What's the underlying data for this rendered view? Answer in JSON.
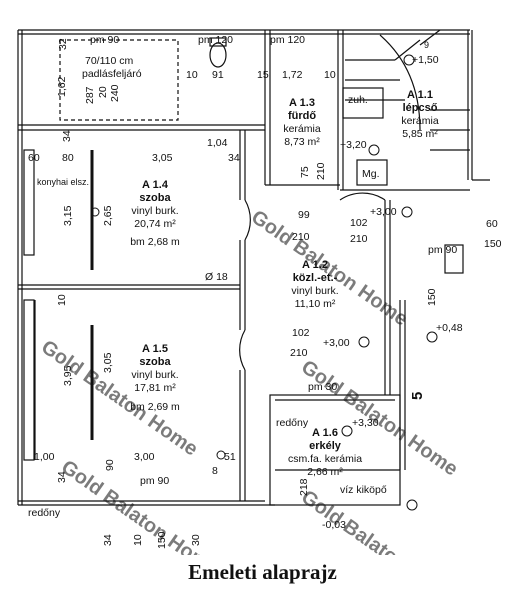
{
  "caption": "Emeleti alaprajz",
  "watermark": "Gold Balaton Home",
  "rooms": {
    "a13": {
      "code": "A 1.3",
      "name": "fürdő",
      "floor": "kerámia",
      "area": "8,73 m²"
    },
    "a11": {
      "code": "A 1.1",
      "name": "lépcső",
      "floor": "kerámia",
      "area": "5,85 m²"
    },
    "a14": {
      "code": "A 1.4",
      "name": "szoba",
      "floor": "vinyl burk.",
      "area": "20,74 m²",
      "height": "bm 2,68 m"
    },
    "a12": {
      "code": "A 1.2",
      "name": "közl.-et.-",
      "floor": "vinyl burk.",
      "area": "11,10 m²"
    },
    "a15": {
      "code": "A 1.5",
      "name": "szoba",
      "floor": "vinyl burk.",
      "area": "17,81 m²",
      "height": "bm 2,69 m"
    },
    "a16": {
      "code": "A 1.6",
      "name": "erkély",
      "floor": "csm.fa. kerámia",
      "area": "2,66 m²"
    }
  },
  "labels": {
    "attic_hatch_size": "70/110 cm",
    "attic_hatch": "padlásfeljáró",
    "kitchen_exhaust": "konyhai elsz.",
    "shaft": "zuh.",
    "mg": "Mg.",
    "redony_1": "redőny",
    "redony_2": "redőny",
    "water": "víz kiköpő",
    "section": "5"
  },
  "dims": {
    "pm90_top": "pm 90",
    "pm120_a": "pm 120",
    "pm120_b": "pm 120",
    "d10": "10",
    "d91": "91",
    "d15": "15",
    "d172": "1,72",
    "d10b": "10",
    "d9": "9",
    "d150a": "+1,50",
    "d32": "32",
    "d162": "1,62",
    "d34a": "34",
    "d287": "287",
    "d20": "20",
    "d240": "240",
    "d60": "60",
    "d80": "80",
    "d305a": "3,05",
    "d104": "1,04",
    "d34b": "34",
    "d320": "+3,20",
    "d75": "75",
    "d210a": "210",
    "d315": "3,15",
    "d265": "2,65",
    "d99": "99",
    "d210b": "210",
    "d102a": "102",
    "d210c": "210",
    "d300a": "+3,00",
    "d60r": "60",
    "d150r": "150",
    "d90r": "pm 90",
    "d18": "Ø 18",
    "d048": "+0,48",
    "d150c": "150",
    "d102b": "102",
    "d210d": "210",
    "d300b": "+3,00",
    "d395": "3,95",
    "d305b": "3,05",
    "d10c": "10",
    "d30": "pm 30",
    "d330": "+3,30",
    "d100": "1,00",
    "d34c": "34",
    "d90": "90",
    "d300c": "3,00",
    "d51": "51",
    "d8": "8",
    "pm90_bottom": "pm 90",
    "d218": "218",
    "d003": "-0,03",
    "d34d": "34",
    "d10d": "10",
    "d30b": "30",
    "d150d": "150"
  },
  "colors": {
    "line": "#111111",
    "watermark": "#c9c9c9"
  }
}
